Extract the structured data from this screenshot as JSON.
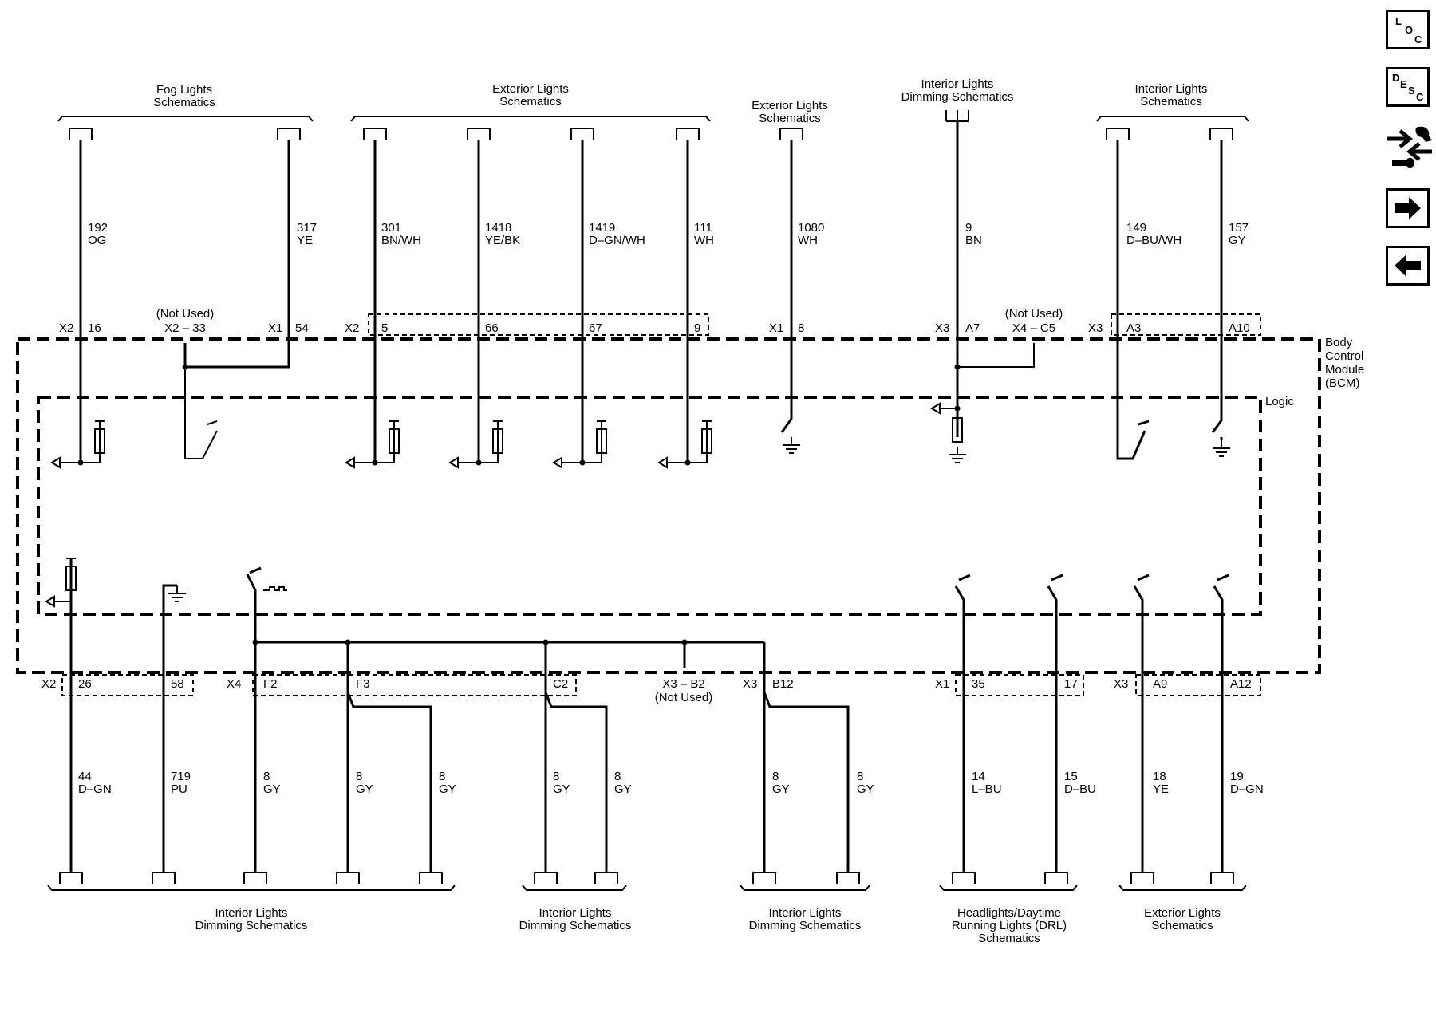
{
  "toolbar": {
    "loc": [
      "L",
      "O",
      "C"
    ],
    "desc": [
      "D",
      "E",
      "S",
      "C"
    ],
    "tool_icon": "wrench-arrows-icon",
    "next_icon": "arrow-right-icon",
    "prev_icon": "arrow-left-icon"
  },
  "module": {
    "name_lines": [
      "Body",
      "Control",
      "Module",
      "(BCM)"
    ],
    "logic_label": "Logic"
  },
  "top_groups": [
    [
      "Fog Lights",
      "Schematics"
    ],
    [
      "Exterior Lights",
      "Schematics"
    ],
    [
      "Exterior Lights",
      "Schematics"
    ],
    [
      "Interior Lights",
      "Dimming Schematics"
    ],
    [
      "Interior Lights",
      "Schematics"
    ]
  ],
  "bottom_groups": [
    [
      "Interior Lights",
      "Dimming Schematics"
    ],
    [
      "Interior Lights",
      "Dimming Schematics"
    ],
    [
      "Interior Lights",
      "Dimming Schematics"
    ],
    [
      "Headlights/Daytime",
      "Running Lights (DRL)",
      "Schematics"
    ],
    [
      "Exterior Lights",
      "Schematics"
    ]
  ],
  "top_circuits": [
    [
      "192",
      "OG"
    ],
    [
      "317",
      "YE"
    ],
    [
      "301",
      "BN/WH"
    ],
    [
      "1418",
      "YE/BK"
    ],
    [
      "1419",
      "D–GN/WH"
    ],
    [
      "111",
      "WH"
    ],
    [
      "1080",
      "WH"
    ],
    [
      "9",
      "BN"
    ],
    [
      "149",
      "D–BU/WH"
    ],
    [
      "157",
      "GY"
    ]
  ],
  "bottom_circuits": [
    [
      "44",
      "D–GN"
    ],
    [
      "719",
      "PU"
    ],
    [
      "8",
      "GY"
    ],
    [
      "8",
      "GY"
    ],
    [
      "8",
      "GY"
    ],
    [
      "8",
      "GY"
    ],
    [
      "8",
      "GY"
    ],
    [
      "8",
      "GY"
    ],
    [
      "8",
      "GY"
    ],
    [
      "14",
      "L–BU"
    ],
    [
      "15",
      "D–BU"
    ],
    [
      "18",
      "YE"
    ],
    [
      "19",
      "D–GN"
    ]
  ],
  "top_pins": {
    "connectors": [
      "X2",
      "X1",
      "X2",
      "X1",
      "X3",
      "X3"
    ],
    "pins": [
      "16",
      "54",
      "5",
      "66",
      "67",
      "9",
      "8",
      "A7",
      "A3",
      "A10"
    ],
    "not_used": [
      "(Not Used)",
      "X2 – 33",
      "(Not Used)",
      "X4 – C5"
    ]
  },
  "bottom_pins": {
    "connectors": [
      "X2",
      "X4",
      "X3",
      "X1",
      "X3"
    ],
    "pins": [
      "26",
      "58",
      "F2",
      "F3",
      "C2",
      "B12",
      "35",
      "17",
      "A9",
      "A12"
    ],
    "not_used": [
      "X3 – B2",
      "(Not Used)"
    ]
  }
}
